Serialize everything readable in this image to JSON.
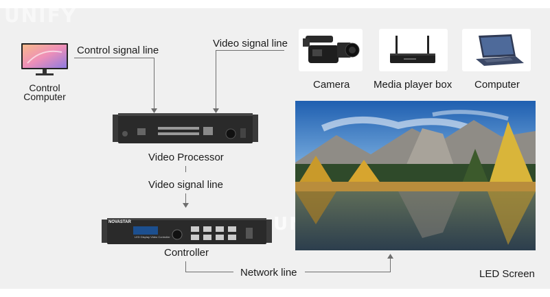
{
  "watermark_top": "UNIFY",
  "watermark_mid": "UNiFY",
  "labels": {
    "control_computer_line1": "Control",
    "control_computer_line2": "Computer",
    "control_signal_line": "Control signal line",
    "video_signal_line_top": "Video signal line",
    "video_processor": "Video Processor",
    "video_signal_line_mid": "Video signal line",
    "controller": "Controller",
    "network_line": "Network line",
    "camera": "Camera",
    "media_player_box": "Media player box",
    "computer": "Computer",
    "led_screen": "LED Screen"
  },
  "devices": {
    "controller_brand": "NOVASTAR",
    "controller_subtitle": "LED Display Video Controller"
  },
  "colors": {
    "background": "#f0f0f0",
    "line": "#6e6e6e",
    "device_body": "#2a2a2a",
    "text": "#1a1a1a"
  }
}
